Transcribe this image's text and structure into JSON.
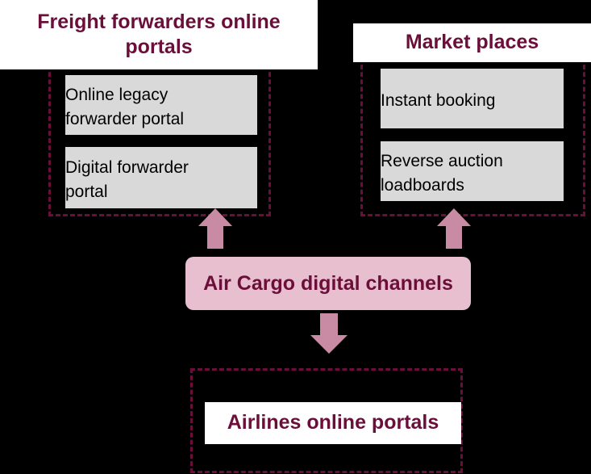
{
  "left_group": {
    "title_line1": "Freight forwarders online",
    "title_line2": "portals",
    "items": [
      {
        "line1": "Online legacy",
        "line2": "forwarder portal"
      },
      {
        "line1": "Digital forwarder",
        "line2": "portal"
      }
    ]
  },
  "right_group": {
    "title": "Market places",
    "items": [
      {
        "line1": "Instant booking",
        "line2": ""
      },
      {
        "line1": "Reverse auction",
        "line2": "loadboards"
      }
    ]
  },
  "center": {
    "label": "Air Cargo digital channels"
  },
  "bottom_group": {
    "title": "Airlines online portals"
  },
  "colors": {
    "accent": "#6b0f3a",
    "dashed_border": "#6b0f3a",
    "center_fill": "#e8bfcf",
    "arrow_fill": "#c98aa3",
    "item_fill": "#d9d9d9",
    "background": "#000000"
  }
}
